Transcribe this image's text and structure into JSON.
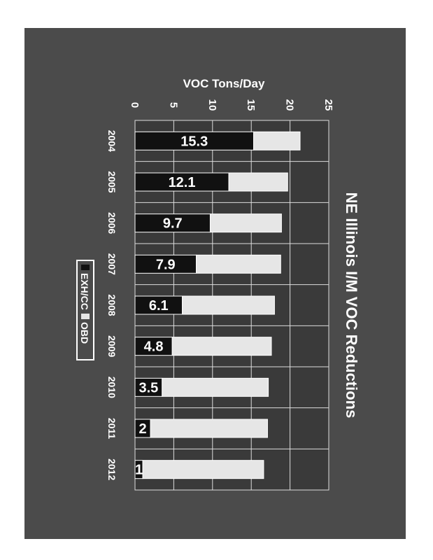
{
  "chart_data": {
    "type": "bar",
    "stacked": true,
    "orientation": "horizontal (page rotated 90° clockwise)",
    "title": "NE Illinois I/M VOC Reductions",
    "xlabel": "VOC Tons/Day",
    "ylabel": "",
    "categories": [
      "2004",
      "2005",
      "2006",
      "2007",
      "2008",
      "2009",
      "2010",
      "2011",
      "2012"
    ],
    "series": [
      {
        "name": "EXH/CC",
        "color": "#111111",
        "values": [
          15.3,
          12.1,
          9.7,
          7.9,
          6.1,
          4.8,
          3.5,
          2,
          1
        ],
        "labels": [
          "15.3",
          "12.1",
          "9.7",
          "7.9",
          "6.1",
          "4.8",
          "3.5",
          "2",
          "1"
        ]
      },
      {
        "name": "OBD",
        "color": "#e6e6e6",
        "values": [
          6.0,
          7.6,
          9.2,
          10.9,
          11.9,
          12.8,
          13.7,
          15.1,
          15.6
        ]
      }
    ],
    "ticks": [
      "0",
      "5",
      "10",
      "15",
      "20",
      "25"
    ],
    "xlim": [
      0,
      25
    ],
    "grid": true,
    "legend": "left"
  }
}
